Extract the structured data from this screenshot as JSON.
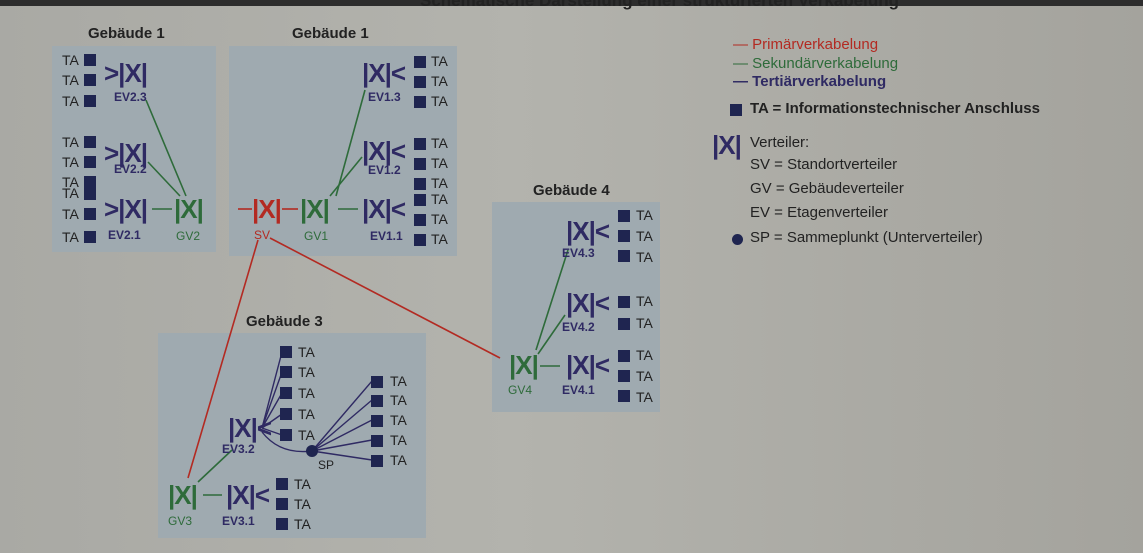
{
  "header_text": "Schematische Darstellung einer strukturierten Verkabelung",
  "buildings": {
    "b1a_title": "Gebäude 1",
    "b1b_title": "Gebäude 1",
    "b3_title": "Gebäude 3",
    "b4_title": "Gebäude 4"
  },
  "nodes": {
    "ta": "TA",
    "sv": "SV",
    "gv1": "GV1",
    "gv2": "GV2",
    "gv3": "GV3",
    "gv4": "GV4",
    "ev1_1": "EV1.1",
    "ev1_2": "EV1.2",
    "ev1_3": "EV1.3",
    "ev2_1": "EV2.1",
    "ev2_2": "EV2.2",
    "ev2_3": "EV2.3",
    "ev3_1": "EV3.1",
    "ev3_2": "EV3.2",
    "ev4_1": "EV4.1",
    "ev4_2": "EV4.2",
    "ev4_3": "EV4.3",
    "sp": "SP"
  },
  "legend": {
    "primary": "Primärverkabelung",
    "secondary": "Sekundärverkabelung",
    "tertiary": "Tertiärverkabelung",
    "ta_def": "TA = Informationstechnischer Anschluss",
    "dist_title": "Verteiler:",
    "sv_def": "SV = Standortverteiler",
    "gv_def": "GV = Gebäudeverteiler",
    "ev_def": "EV = Etagenverteiler",
    "sp_def": "SP = Sammeplunkt (Unterverteiler)"
  },
  "colors": {
    "primary": "#b32a22",
    "secondary": "#2e6b3a",
    "tertiary": "#2f2a63",
    "building": "#9faab0"
  },
  "icons": {
    "distributor": "distributor-icon",
    "ta": "ta-outlet-icon",
    "sp": "consolidation-point-icon"
  }
}
